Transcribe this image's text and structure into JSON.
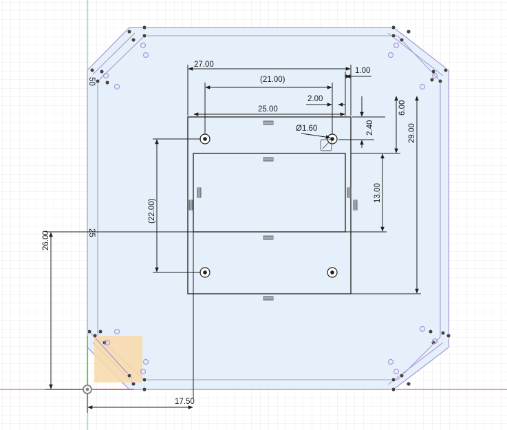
{
  "dimensions": {
    "d27": "27.00",
    "d21": "(21.00)",
    "d1": "1.00",
    "d2": "2.00",
    "d25": "25.00",
    "d6": "6.00",
    "d29": "29.00",
    "d240": "2.40",
    "dia": "Ø1.60",
    "d13": "13.00",
    "d22": "(22.00)",
    "d26": "26.00",
    "d1750": "17.50",
    "v50": "50",
    "v25": "25"
  },
  "colors": {
    "background": "#ffffff",
    "grid": "#e3e6ea",
    "profile_fill": "#e6f0fa",
    "profile_line": "#a797d4",
    "sketch_line": "#1e1e1e",
    "x_axis": "#e05a4f",
    "y_axis": "#6fd16f",
    "highlight": "#f8d9a8"
  }
}
